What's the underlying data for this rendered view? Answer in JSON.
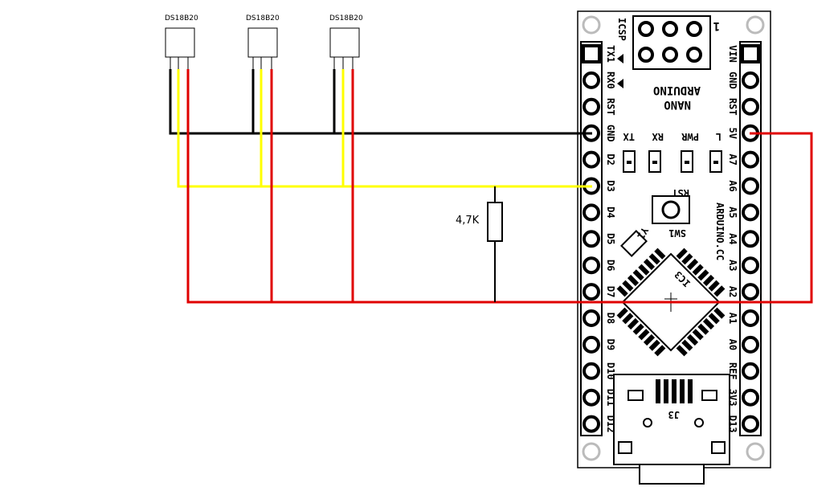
{
  "sensors": [
    {
      "label": "DS18B20"
    },
    {
      "label": "DS18B20"
    },
    {
      "label": "DS18B20"
    }
  ],
  "resistor": {
    "label": "4,7K"
  },
  "board": {
    "name_line1": "ARDUINO",
    "name_line2": "NANO",
    "website": "ARDUINO.CC",
    "icsp": "ICSP",
    "icsp_pin1": "1",
    "rst_button": "RST",
    "switch": "SW1",
    "crystal": "Y1",
    "chip": "IC3",
    "usb": "J3",
    "leds": [
      "TX",
      "RX",
      "PWR",
      "L"
    ],
    "left_pins": [
      "TX1",
      "RX0",
      "RST",
      "GND",
      "D2",
      "D3",
      "D4",
      "D5",
      "D6",
      "D7",
      "D8",
      "D9",
      "D10",
      "D11",
      "D12"
    ],
    "right_pins": [
      "VIN",
      "GND",
      "RST",
      "5V",
      "A7",
      "A6",
      "A5",
      "A4",
      "A3",
      "A2",
      "A1",
      "A0",
      "REF",
      "3V3",
      "D13"
    ]
  },
  "colors": {
    "gnd_wire": "#000000",
    "data_wire": "#ffff00",
    "vcc_wire": "#e00000"
  }
}
